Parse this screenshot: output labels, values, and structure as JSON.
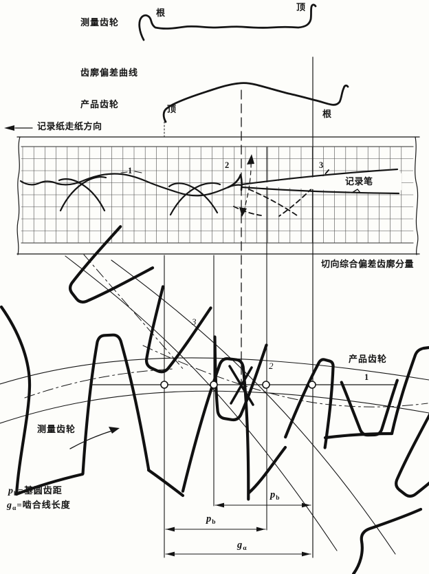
{
  "top_section": {
    "measuring_gear_label": "测量齿轮",
    "measuring_root_label": "根",
    "measuring_tip_label": "顶",
    "curve_title": "齿廓偏差曲线",
    "product_gear_label": "产品齿轮",
    "product_tip_label": "顶",
    "product_root_label": "根",
    "paper_direction_label": "记录纸走纸方向"
  },
  "chart_strip": {
    "marker_1": "1",
    "marker_2": "2",
    "marker_3": "3",
    "pen_label": "记录笔",
    "caption": "切向综合偏差齿廓分量"
  },
  "gear_mesh": {
    "tooth_marker_3": "3",
    "tooth_marker_2": "2",
    "tooth_marker_1": "1",
    "product_gear_label": "产品齿轮",
    "measuring_gear_label": "测量齿轮"
  },
  "dimensions": {
    "base_pitch_symbol": "p",
    "base_pitch_sub": "b",
    "action_length_symbol": "g",
    "action_length_sub": "α"
  },
  "legend": {
    "base_pitch_eq": "=基圆齿距",
    "action_length_eq": "=啮合线长度"
  },
  "colors": {
    "ink": "#151515",
    "paper": "#fdfdfa"
  }
}
